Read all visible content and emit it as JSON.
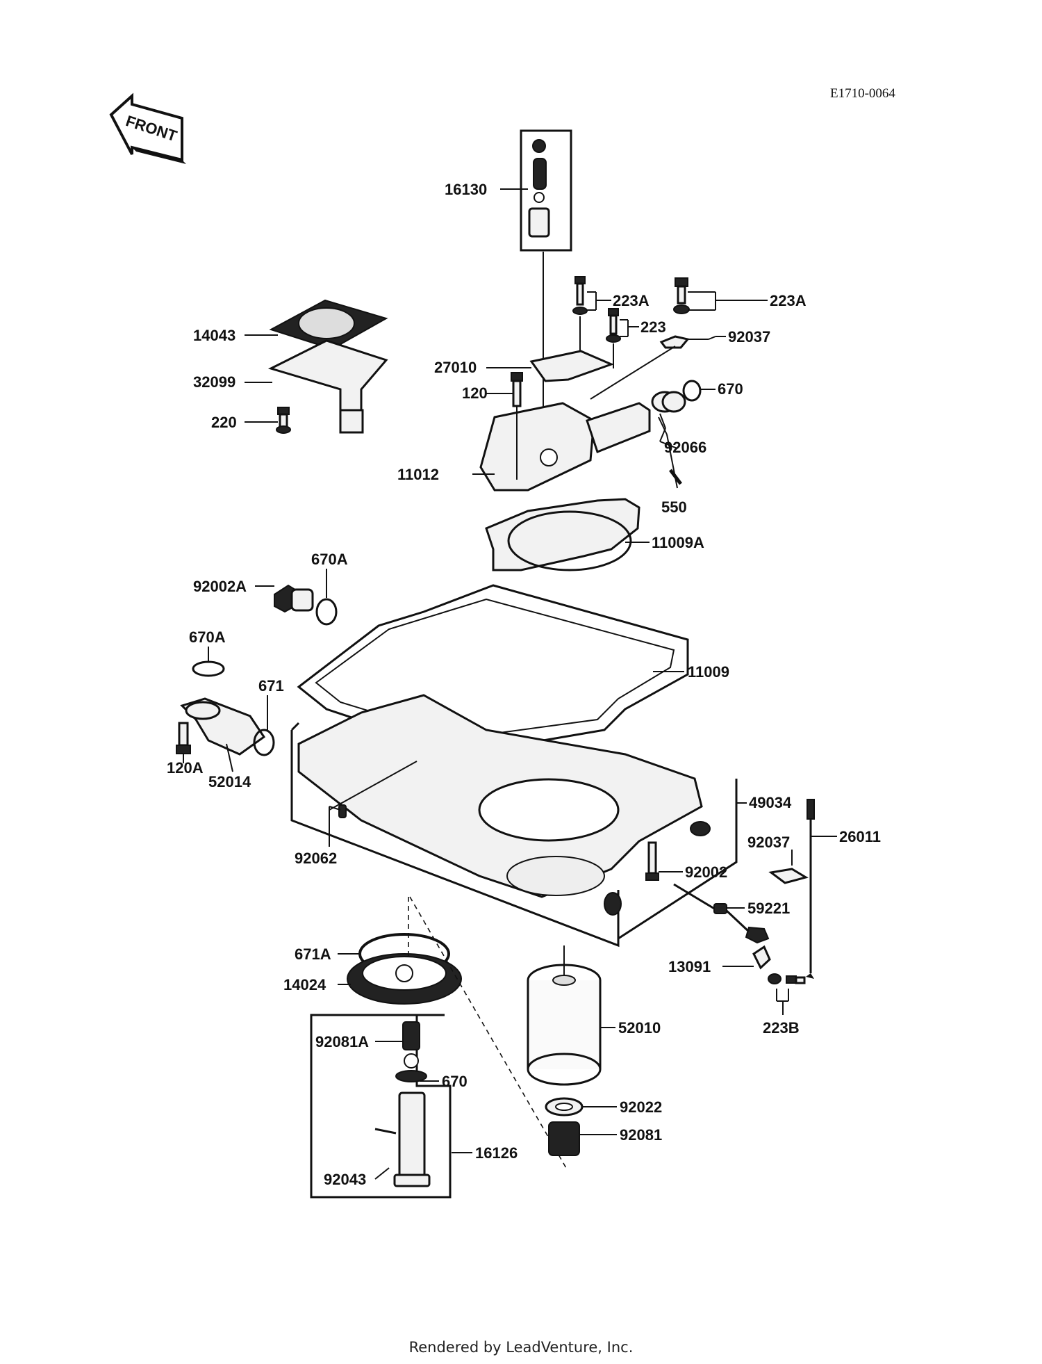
{
  "diagram_code": "E1710-0064",
  "front_arrow_label": "FRONT",
  "footer": "Rendered by LeadVenture, Inc.",
  "callouts": [
    {
      "id": "16130",
      "text": "16130"
    },
    {
      "id": "223A-left",
      "text": "223A"
    },
    {
      "id": "223A-right",
      "text": "223A"
    },
    {
      "id": "223",
      "text": "223"
    },
    {
      "id": "92037-top",
      "text": "92037"
    },
    {
      "id": "14043",
      "text": "14043"
    },
    {
      "id": "27010",
      "text": "27010"
    },
    {
      "id": "670-top",
      "text": "670"
    },
    {
      "id": "32099",
      "text": "32099"
    },
    {
      "id": "120",
      "text": "120"
    },
    {
      "id": "220",
      "text": "220"
    },
    {
      "id": "92066",
      "text": "92066"
    },
    {
      "id": "11012",
      "text": "11012"
    },
    {
      "id": "550",
      "text": "550"
    },
    {
      "id": "11009A",
      "text": "11009A"
    },
    {
      "id": "670A-top",
      "text": "670A"
    },
    {
      "id": "92002A",
      "text": "92002A"
    },
    {
      "id": "670A-left",
      "text": "670A"
    },
    {
      "id": "11009",
      "text": "11009"
    },
    {
      "id": "671",
      "text": "671"
    },
    {
      "id": "120A",
      "text": "120A"
    },
    {
      "id": "52014",
      "text": "52014"
    },
    {
      "id": "49034",
      "text": "49034"
    },
    {
      "id": "26011",
      "text": "26011"
    },
    {
      "id": "92037-right",
      "text": "92037"
    },
    {
      "id": "92062",
      "text": "92062"
    },
    {
      "id": "92002",
      "text": "92002"
    },
    {
      "id": "59221",
      "text": "59221"
    },
    {
      "id": "671A",
      "text": "671A"
    },
    {
      "id": "13091",
      "text": "13091"
    },
    {
      "id": "14024",
      "text": "14024"
    },
    {
      "id": "223B",
      "text": "223B"
    },
    {
      "id": "52010",
      "text": "52010"
    },
    {
      "id": "92081A",
      "text": "92081A"
    },
    {
      "id": "670-bottom",
      "text": "670"
    },
    {
      "id": "92022",
      "text": "92022"
    },
    {
      "id": "92081",
      "text": "92081"
    },
    {
      "id": "16126",
      "text": "16126"
    },
    {
      "id": "92043",
      "text": "92043"
    }
  ]
}
